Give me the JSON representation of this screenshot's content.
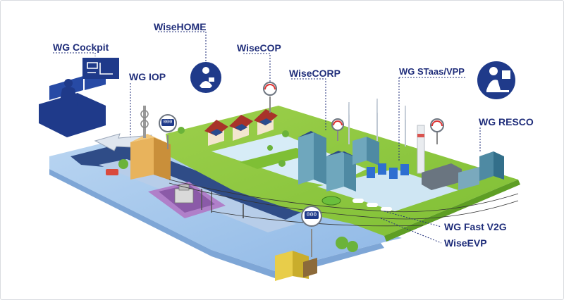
{
  "labels": {
    "wg_cockpit": "WG Cockpit",
    "wisehome": "WiseHOME",
    "wg_iop": "WG IOP",
    "wisecop": "WiseCOP",
    "wisecorp": "WiseCORP",
    "wg_staas_vpp": "WG STaas/VPP",
    "wg_resco": "WG RESCO",
    "wg_fast_v2g": "WG Fast V2G",
    "wiseevp": "WiseEVP"
  },
  "meter_display": "000",
  "colors": {
    "label": "#1f2d7a",
    "leader": "#1f2d7a",
    "water": "#a9c9ec",
    "road": "#2e4a86",
    "grass": "#8cc63f",
    "icon_circle": "#1f3a8a"
  }
}
